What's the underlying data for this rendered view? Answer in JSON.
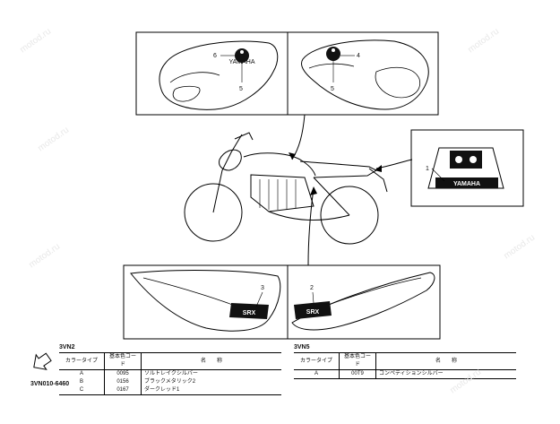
{
  "callouts": {
    "one": "1",
    "two": "2",
    "three": "3",
    "four": "4",
    "five_left": "5",
    "five_right": "5",
    "six": "6"
  },
  "emblem_text": "YAMAHA",
  "tank_text": "SRX",
  "table_left": {
    "title": "3VN2",
    "headers": [
      "カラータイプ",
      "基本色コード",
      "名　　称"
    ],
    "rows": [
      [
        "A",
        "0095",
        "ソルトレイクシルバー"
      ],
      [
        "B",
        "0156",
        "ブラックメタリック2"
      ],
      [
        "C",
        "0167",
        "ダークレッド1"
      ]
    ]
  },
  "table_right": {
    "title": "3VN5",
    "headers": [
      "カラータイプ",
      "基本色コード",
      "名　　称"
    ],
    "rows": [
      [
        "A",
        "00T9",
        "コンペティションシルバー"
      ]
    ]
  },
  "part_code": "3VN010-6460",
  "icons": {
    "front_arrow": "front-direction-arrow-icon"
  },
  "watermark": "motod.ru"
}
